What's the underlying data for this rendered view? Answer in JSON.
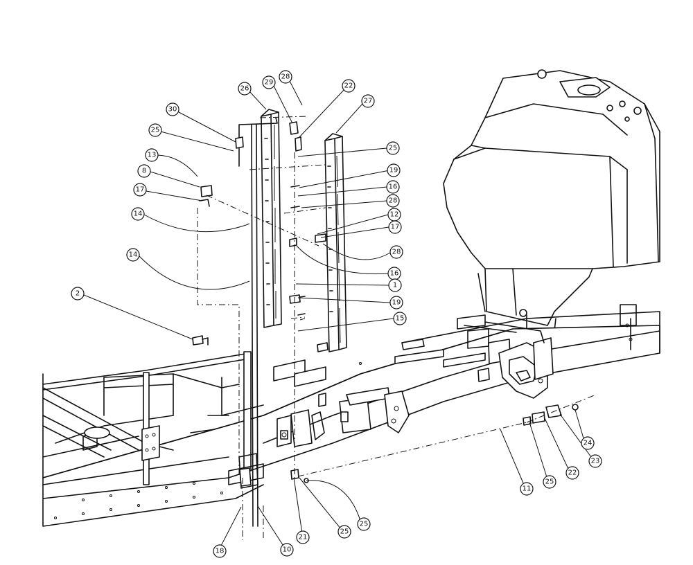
{
  "callouts": [
    {
      "label": "30"
    },
    {
      "label": "25"
    },
    {
      "label": "13"
    },
    {
      "label": "8"
    },
    {
      "label": "17"
    },
    {
      "label": "14"
    },
    {
      "label": "14"
    },
    {
      "label": "2"
    },
    {
      "label": "26"
    },
    {
      "label": "29"
    },
    {
      "label": "28"
    },
    {
      "label": "22"
    },
    {
      "label": "27"
    },
    {
      "label": "25"
    },
    {
      "label": "19"
    },
    {
      "label": "16"
    },
    {
      "label": "28"
    },
    {
      "label": "12"
    },
    {
      "label": "17"
    },
    {
      "label": "28"
    },
    {
      "label": "16"
    },
    {
      "label": "1"
    },
    {
      "label": "19"
    },
    {
      "label": "15"
    },
    {
      "label": "24"
    },
    {
      "label": "23"
    },
    {
      "label": "22"
    },
    {
      "label": "25"
    },
    {
      "label": "11"
    },
    {
      "label": "25"
    },
    {
      "label": "25"
    },
    {
      "label": "21"
    },
    {
      "label": "18"
    },
    {
      "label": "10"
    }
  ]
}
